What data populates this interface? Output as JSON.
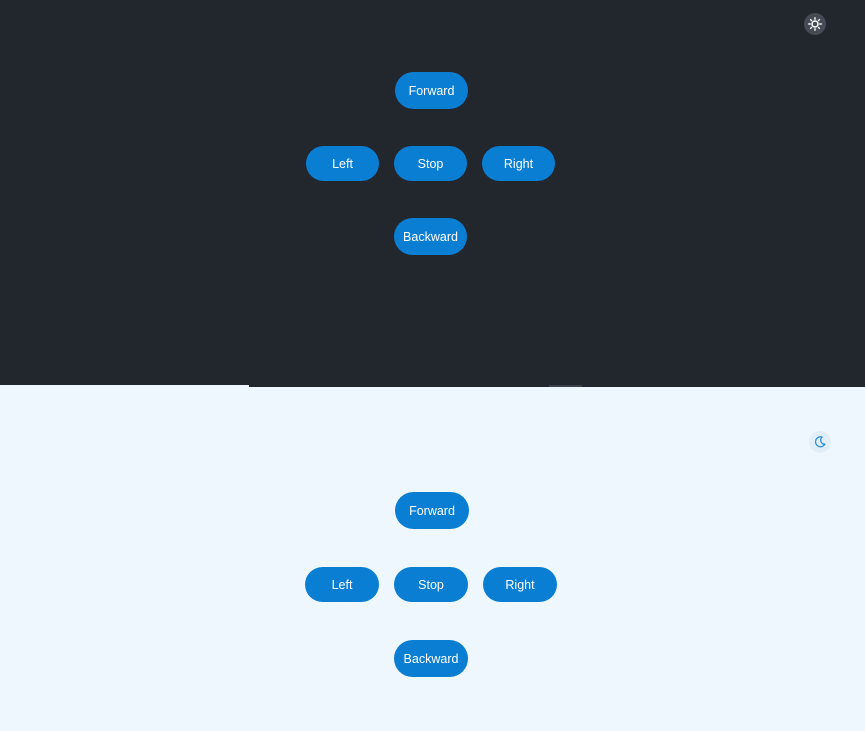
{
  "colors": {
    "dark_background": "#22272e",
    "light_background": "#eef7fd",
    "button": "#0a7ed3",
    "button_text": "#ffffff",
    "dark_toggle_bg": "#454c56",
    "light_toggle_bg": "#e2eef7",
    "moon_icon": "#2f8fe0"
  },
  "dark_panel": {
    "theme_toggle_icon": "sun-icon",
    "controls": {
      "forward": "Forward",
      "left": "Left",
      "stop": "Stop",
      "right": "Right",
      "backward": "Backward"
    }
  },
  "light_panel": {
    "theme_toggle_icon": "moon-icon",
    "controls": {
      "forward": "Forward",
      "left": "Left",
      "stop": "Stop",
      "right": "Right",
      "backward": "Backward"
    }
  }
}
